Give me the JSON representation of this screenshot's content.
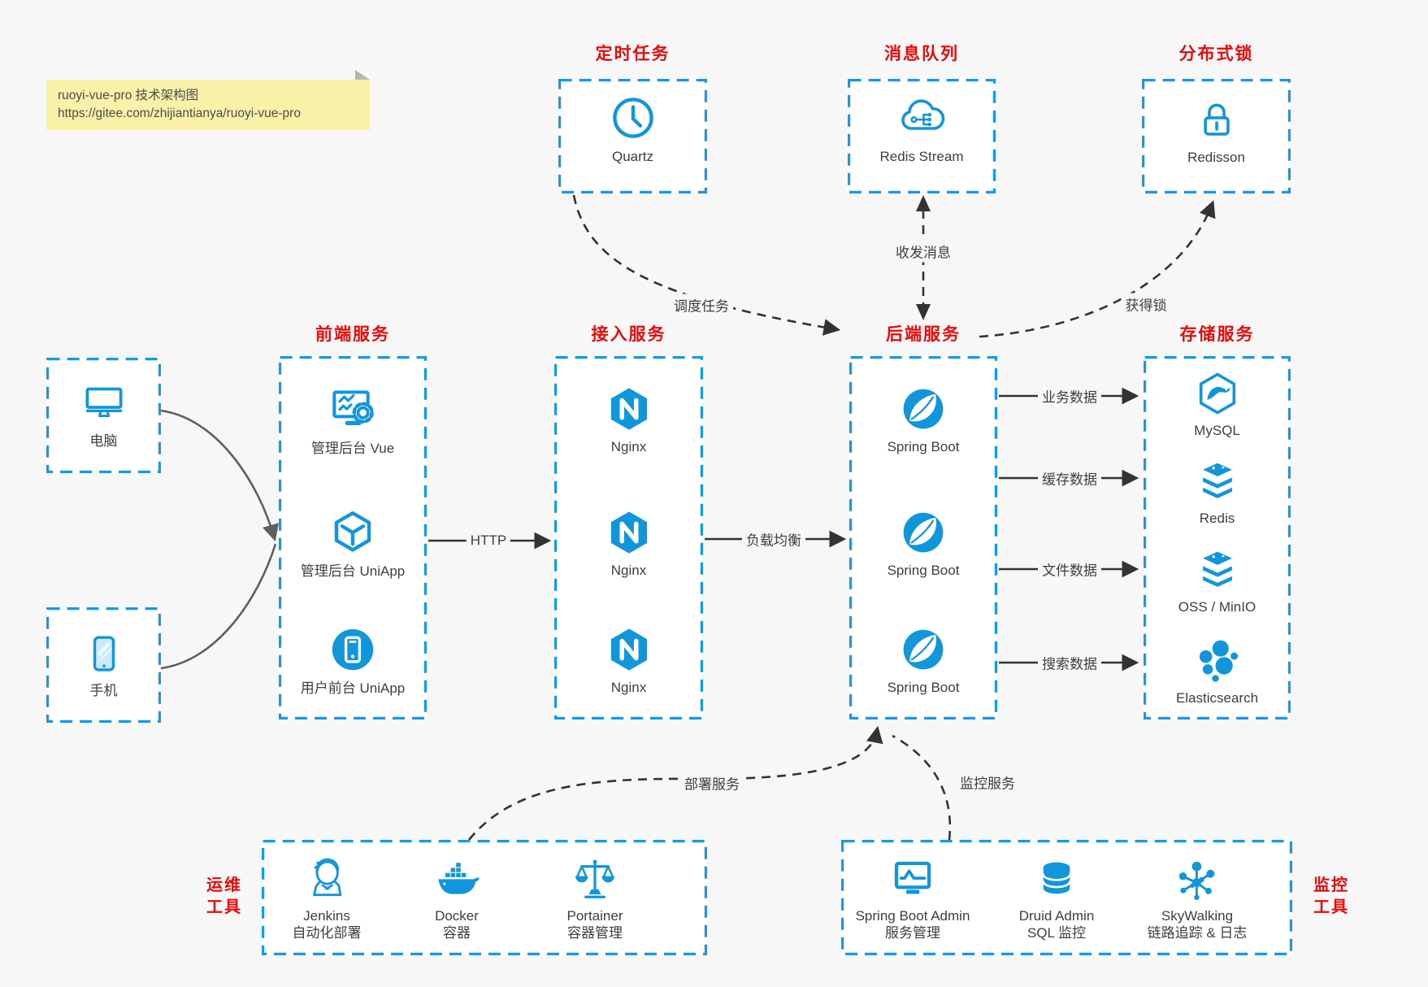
{
  "note": {
    "line1": "ruoyi-vue-pro 技术架构图",
    "line2": "https://gitee.com/zhijiantianya/ruoyi-vue-pro"
  },
  "colors": {
    "blue": "#1296db",
    "dash_blue": "#1499eb",
    "red": "#e60c0c",
    "arrow_dark": "#333333",
    "arrow_gray": "#5f5f5f",
    "note_bg": "#f9f1a8",
    "page_bg": "#f7f7f8",
    "label_text": "#3e3e3e"
  },
  "clients": [
    {
      "label": "电脑",
      "icon": "desktop-icon"
    },
    {
      "label": "手机",
      "icon": "mobile-icon"
    }
  ],
  "top_groups": [
    {
      "title": "定时任务",
      "item": {
        "label": "Quartz",
        "icon": "clock-icon"
      }
    },
    {
      "title": "消息队列",
      "item": {
        "label": "Redis Stream",
        "icon": "cloud-mq-icon"
      }
    },
    {
      "title": "分布式锁",
      "item": {
        "label": "Redisson",
        "icon": "lock-icon"
      }
    }
  ],
  "mid_groups": [
    {
      "title": "前端服务",
      "items": [
        {
          "label": "管理后台 Vue",
          "icon": "admin-vue-icon"
        },
        {
          "label": "管理后台 UniApp",
          "icon": "uniapp-cube-icon"
        },
        {
          "label": "用户前台 UniApp",
          "icon": "user-app-icon"
        }
      ]
    },
    {
      "title": "接入服务",
      "items": [
        {
          "label": "Nginx",
          "icon": "nginx-icon"
        },
        {
          "label": "Nginx",
          "icon": "nginx-icon"
        },
        {
          "label": "Nginx",
          "icon": "nginx-icon"
        }
      ]
    },
    {
      "title": "后端服务",
      "items": [
        {
          "label": "Spring Boot",
          "icon": "spring-boot-icon"
        },
        {
          "label": "Spring Boot",
          "icon": "spring-boot-icon"
        },
        {
          "label": "Spring Boot",
          "icon": "spring-boot-icon"
        }
      ]
    },
    {
      "title": "存储服务",
      "items": [
        {
          "label": "MySQL",
          "icon": "mysql-icon"
        },
        {
          "label": "Redis",
          "icon": "redis-icon"
        },
        {
          "label": "OSS / MinIO",
          "icon": "oss-icon"
        },
        {
          "label": "Elasticsearch",
          "icon": "elasticsearch-icon"
        }
      ]
    }
  ],
  "bottom_groups": [
    {
      "side_title_line1": "运维",
      "side_title_line2": "工具",
      "items": [
        {
          "name": "Jenkins",
          "desc": "自动化部署",
          "icon": "jenkins-icon"
        },
        {
          "name": "Docker",
          "desc": "容器",
          "icon": "docker-icon"
        },
        {
          "name": "Portainer",
          "desc": "容器管理",
          "icon": "portainer-icon"
        }
      ]
    },
    {
      "side_title_line1": "监控",
      "side_title_line2": "工具",
      "items": [
        {
          "name": "Spring Boot Admin",
          "desc": "服务管理",
          "icon": "spring-boot-admin-icon"
        },
        {
          "name": "Druid Admin",
          "desc": "SQL 监控",
          "icon": "druid-icon"
        },
        {
          "name": "SkyWalking",
          "desc": "链路追踪 & 日志",
          "icon": "skywalking-icon"
        }
      ]
    }
  ],
  "connectors": {
    "http": "HTTP",
    "load_balance": "负载均衡",
    "schedule": "调度任务",
    "message": "收发消息",
    "lock": "获得锁",
    "business_data": "业务数据",
    "cache_data": "缓存数据",
    "file_data": "文件数据",
    "search_data": "搜索数据",
    "deploy": "部署服务",
    "monitor": "监控服务"
  }
}
